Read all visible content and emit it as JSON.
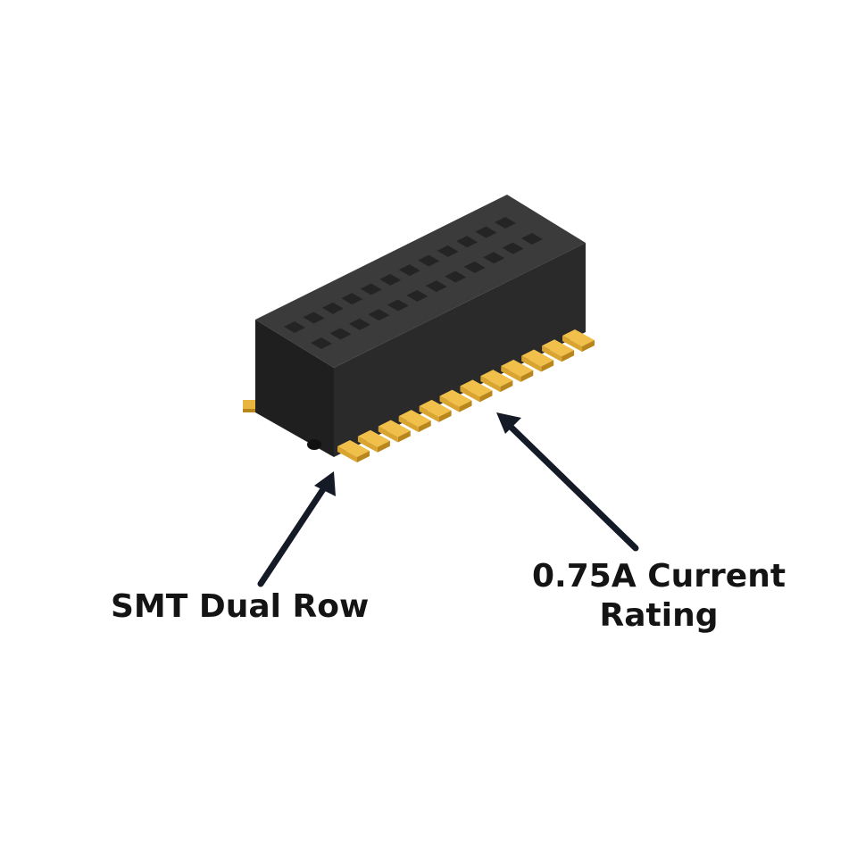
{
  "annotations": {
    "left_label": "SMT Dual Row",
    "right_label_line1": "0.75A Current",
    "right_label_line2": "Rating"
  },
  "colors": {
    "background": "#ffffff",
    "housing_top": "#3a3a3a",
    "housing_front": "#2b2b2b",
    "housing_side": "#1c1c1c",
    "pin_gold": "#e8b640",
    "pin_shadow": "#b9861c",
    "arrow": "#141a26",
    "text": "#141414"
  }
}
